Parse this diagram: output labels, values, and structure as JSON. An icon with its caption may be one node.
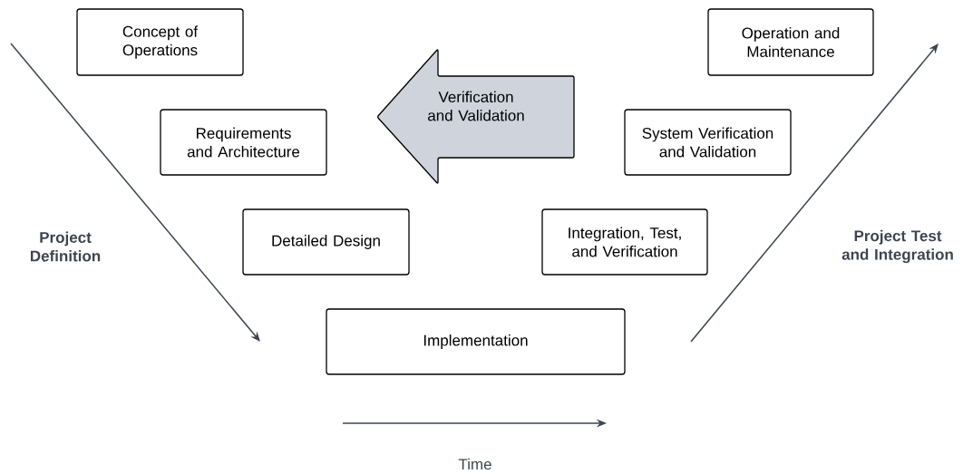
{
  "diagram": {
    "nodes": [
      {
        "text": [
          "Concept of Operations"
        ]
      },
      {
        "text": [
          "Requirements and Architecture"
        ]
      },
      {
        "text": [
          "Detailed Design"
        ]
      },
      {
        "text": [
          "Implementation"
        ]
      },
      {
        "text": [
          "Integration, Test, and Verification"
        ]
      },
      {
        "text": [
          "System Verification and Validation"
        ]
      },
      {
        "text": [
          "Operation and Maintenance"
        ]
      },
      {
        "text": [
          "Verification and Validation"
        ]
      }
    ],
    "labels": [
      "Project Definition",
      "Project Test and Integration",
      "Time"
    ]
  }
}
